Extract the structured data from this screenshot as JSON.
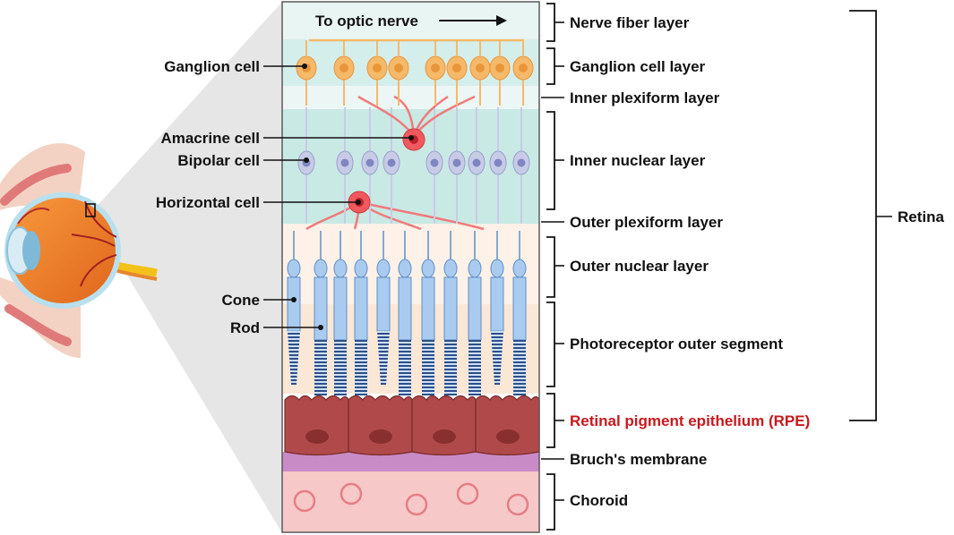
{
  "top_arrow_label": "To optic nerve",
  "cell_labels": {
    "ganglion": "Ganglion cell",
    "amacrine": "Amacrine cell",
    "bipolar": "Bipolar cell",
    "horizontal": "Horizontal cell",
    "cone": "Cone",
    "rod": "Rod"
  },
  "layers": {
    "nerve_fiber": "Nerve fiber layer",
    "ganglion_cell": "Ganglion cell layer",
    "inner_plexiform": "Inner plexiform layer",
    "inner_nuclear": "Inner nuclear layer",
    "outer_plexiform": "Outer plexiform layer",
    "outer_nuclear": "Outer nuclear layer",
    "photoreceptor_outer_segment": "Photoreceptor outer segment",
    "rpe": "Retinal pigment epithelium (RPE)",
    "bruchs": "Bruch's membrane",
    "choroid": "Choroid"
  },
  "retina_label": "Retina",
  "colors": {
    "ganglion": "#f6b96a",
    "ganglion_dark": "#e9963a",
    "bipolar": "#c8cbe6",
    "bipolar_nucleus": "#7f86c2",
    "amacrine": "#f05a5e",
    "photoreceptor": "#a9cbef",
    "photoreceptor_dark": "#5f8fc8",
    "rpe": "#b04a4a",
    "rpe_nucleus": "#8a2f2f",
    "bruchs": "#c98bc6",
    "choroid": "#f7c8c8",
    "rpe_label": "#c8191e"
  }
}
